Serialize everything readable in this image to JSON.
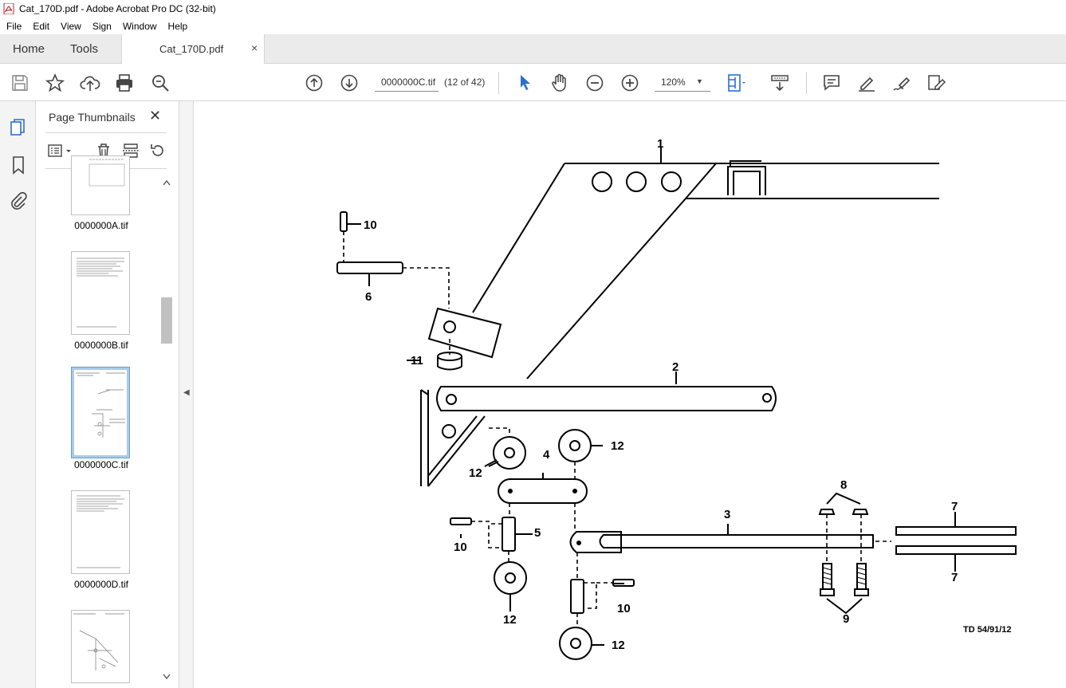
{
  "window": {
    "title": "Cat_170D.pdf - Adobe Acrobat Pro DC (32-bit)"
  },
  "menu": [
    "File",
    "Edit",
    "View",
    "Sign",
    "Window",
    "Help"
  ],
  "tabs": {
    "home": "Home",
    "tools": "Tools",
    "document": "Cat_170D.pdf",
    "close": "×"
  },
  "toolbar": {
    "page_field": "0000000C.tif",
    "page_count": "(12 of 42)",
    "zoom": "120%",
    "zoom_caret": "▼"
  },
  "panel": {
    "title": "Page Thumbnails",
    "close": "✕",
    "thumbnails": [
      {
        "label": "0000000A.tif",
        "selected": false
      },
      {
        "label": "0000000B.tif",
        "selected": false
      },
      {
        "label": "0000000C.tif",
        "selected": true
      },
      {
        "label": "0000000D.tif",
        "selected": false
      }
    ]
  },
  "splitter": {
    "arrow": "◀"
  },
  "diagram": {
    "labels": {
      "p1": "1",
      "p2": "2",
      "p3": "3",
      "p4": "4",
      "p5": "5",
      "p6": "6",
      "p7a": "7",
      "p7b": "7",
      "p8": "8",
      "p9": "9",
      "p10a": "10",
      "p10b": "10",
      "p10c": "10",
      "p11": "11",
      "p12a": "12",
      "p12b": "12",
      "p12c": "12",
      "p12d": "12"
    },
    "reference": "TD 54/91/12"
  },
  "colors": {
    "accent": "#2a6fd0",
    "selected_thumb": "#a9cbe8"
  }
}
